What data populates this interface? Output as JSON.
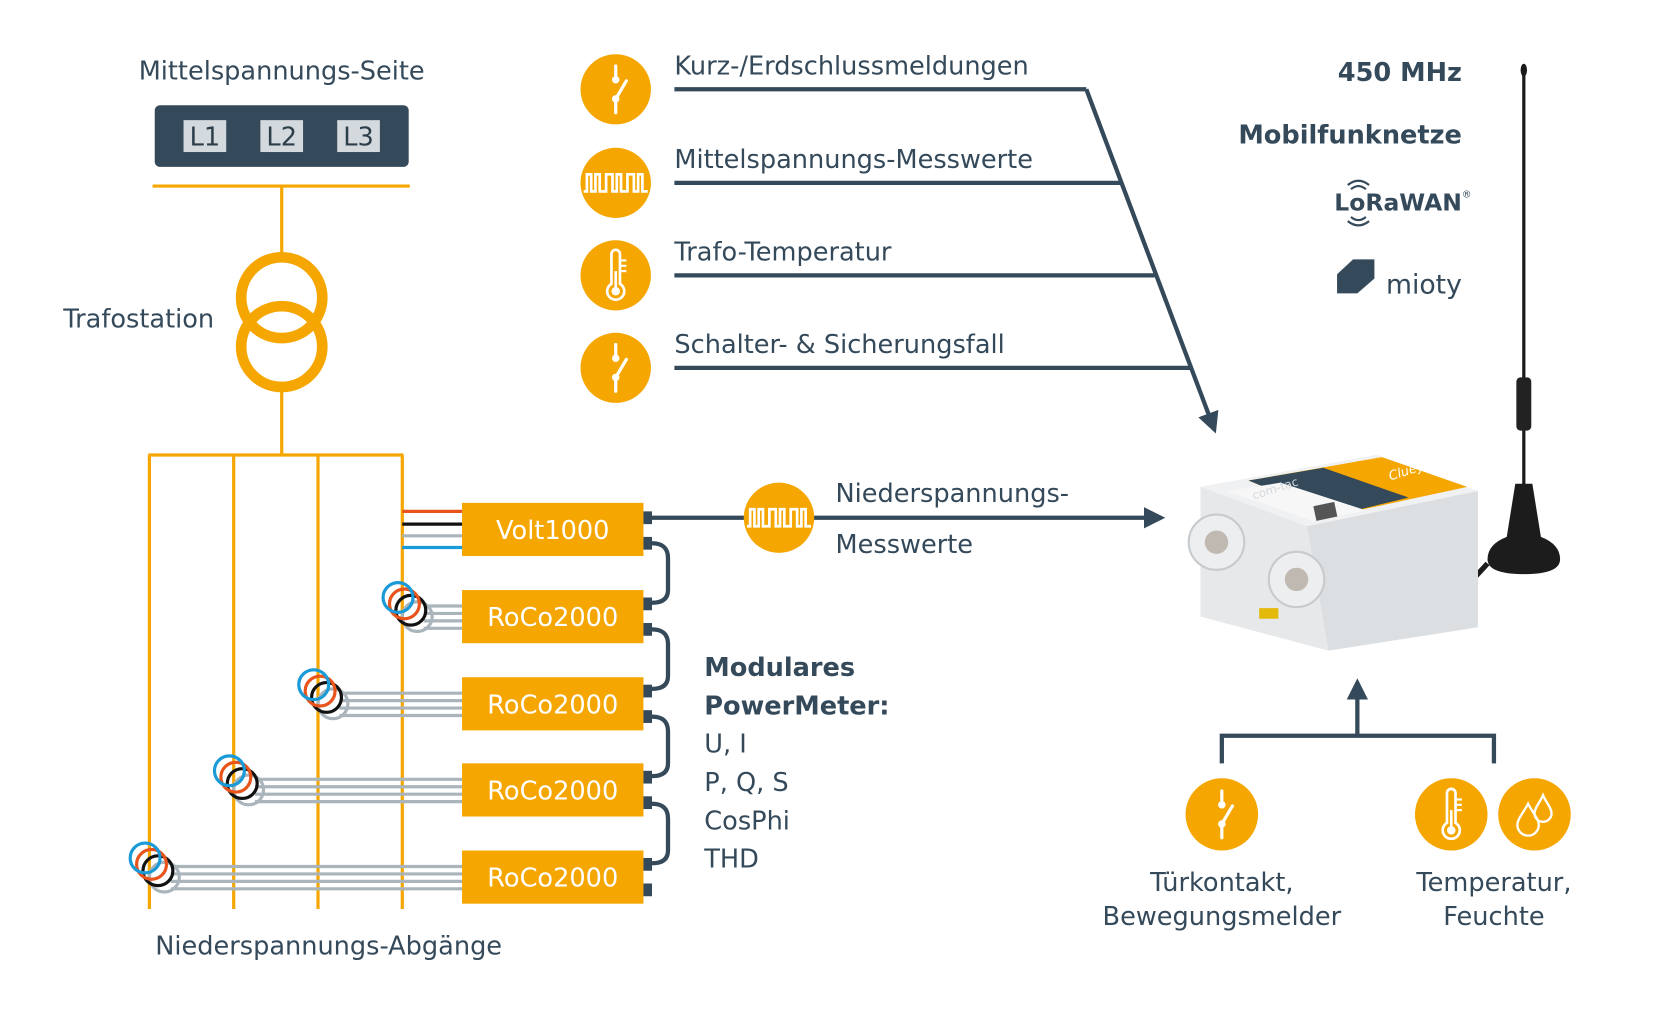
{
  "colors": {
    "accent": "#f5a600",
    "dark": "#34495a",
    "wire_red": "#e8541c",
    "wire_black": "#111111",
    "wire_grey": "#aab4bb",
    "wire_blue": "#1a9ad6"
  },
  "medium_voltage": {
    "title": "Mittelspannungs-Seite",
    "phases": [
      "L1",
      "L2",
      "L3"
    ]
  },
  "transformer": {
    "label": "Trafostation"
  },
  "low_voltage_outputs": {
    "label": "Niederspannungs-Abgänge"
  },
  "devices": {
    "volt": "Volt1000",
    "roco": [
      "RoCo2000",
      "RoCo2000",
      "RoCo2000",
      "RoCo2000"
    ]
  },
  "powermeter": {
    "title_line1": "Modulares",
    "title_line2": "PowerMeter:",
    "values": [
      "U, I",
      "P, Q, S",
      "CosPhi",
      "THD"
    ]
  },
  "signals": [
    {
      "icon": "switch-icon",
      "label": "Kurz-/Erdschlussmeldungen"
    },
    {
      "icon": "pulse-wave-icon",
      "label": "Mittelspannungs-Messwerte"
    },
    {
      "icon": "thermometer-icon",
      "label": "Trafo-Temperatur"
    },
    {
      "icon": "switch-icon",
      "label": "Schalter- & Sicherungsfall"
    }
  ],
  "lv_measurement": {
    "icon": "pulse-wave-icon",
    "line1": "Niederspannungs-",
    "line2": "Messwerte"
  },
  "connectivity": {
    "freq": "450 MHz",
    "mobile": "Mobilfunknetze",
    "lorawan": "LoRaWAN",
    "lorawan_reg": "®",
    "mioty": "mioty"
  },
  "gateway": {
    "brand": "Cluey",
    "maker": "com-tac"
  },
  "sensors": [
    {
      "icons": [
        "switch-icon"
      ],
      "line1": "Türkontakt,",
      "line2": "Bewegungsmelder"
    },
    {
      "icons": [
        "thermometer-icon",
        "droplets-icon"
      ],
      "line1": "Temperatur,",
      "line2": "Feuchte"
    }
  ]
}
